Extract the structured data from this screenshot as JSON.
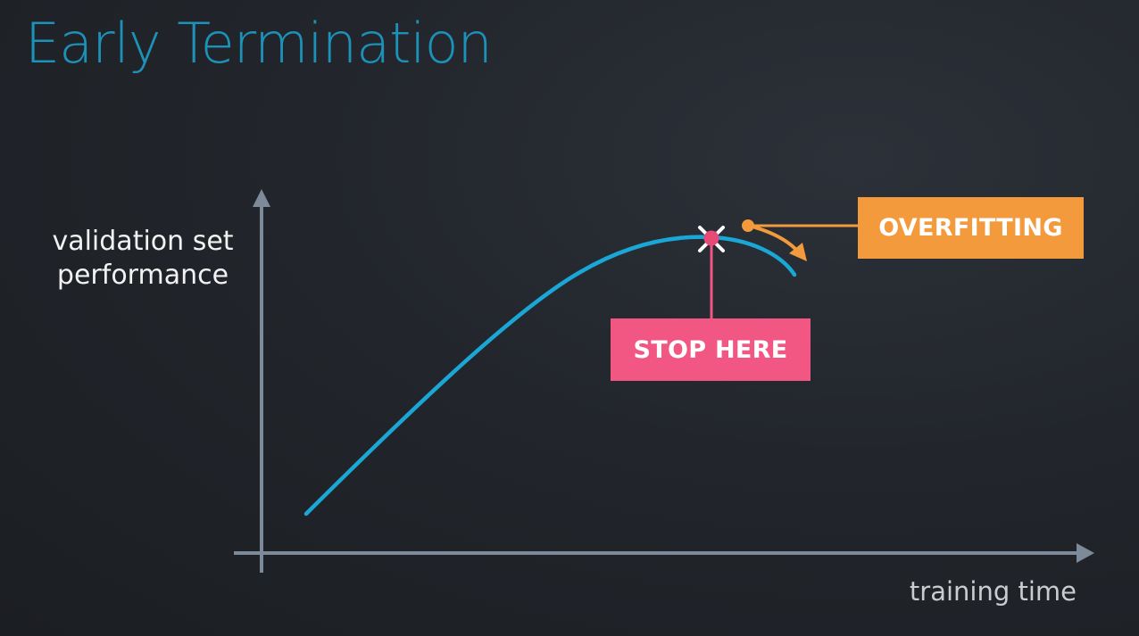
{
  "slide": {
    "title": "Early Termination"
  },
  "diagram": {
    "y_axis_label_line1": "validation set",
    "y_axis_label_line2": "performance",
    "x_axis_label": "training time",
    "stop_label": "STOP HERE",
    "overfitting_label": "OVERFITTING"
  },
  "colors": {
    "title": "#1d92b8",
    "curve": "#1aa7d6",
    "axis": "#7d8a99",
    "stop": "#f25682",
    "overfitting": "#f39a3c"
  }
}
